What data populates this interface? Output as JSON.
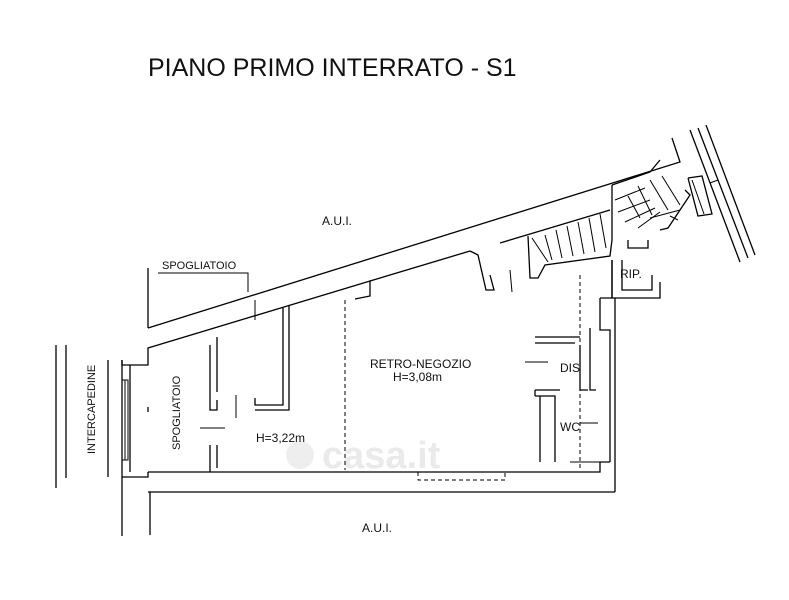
{
  "title": "PIANO PRIMO INTERRATO - S1",
  "labels": {
    "aui_top": "A.U.I.",
    "aui_bottom": "A.U.I.",
    "spogliatoio_top": "SPOGLIATOIO",
    "spogliatoio_side": "SPOGLIATOIO",
    "intercapedine": "INTERCAPEDINE",
    "retro_negozio": "RETRO-NEGOZIO",
    "retro_height": "H=3,08m",
    "spogliatoio_height": "H=3,22m",
    "dis": "DIS",
    "wc": "WC",
    "rip": "RIP."
  },
  "watermark": "casa.it"
}
